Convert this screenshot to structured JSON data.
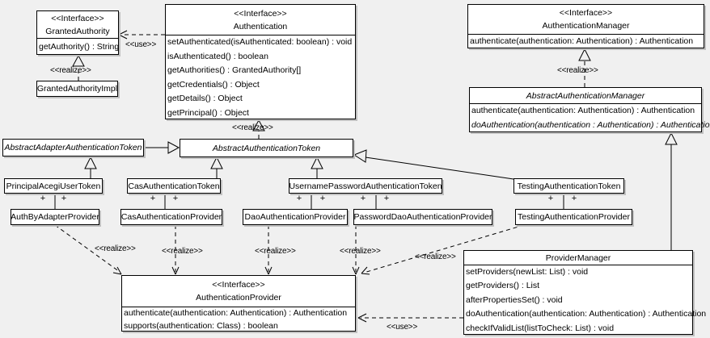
{
  "colors": {
    "background": "#f0f0f0",
    "box_fill": "#ffffff",
    "border": "#000000",
    "shadow": "#c0c0c0"
  },
  "labels": {
    "use": "<<use>>",
    "realize": "<<realize>>",
    "plus": "+",
    "interface_stereotype": "<<Interface>>"
  },
  "classes": {
    "granted_authority": {
      "stereotype": "<<Interface>>",
      "name": "GrantedAuthority",
      "methods": [
        "getAuthority() : String"
      ]
    },
    "granted_authority_impl": {
      "name": "GrantedAuthorityImpl"
    },
    "authentication": {
      "stereotype": "<<Interface>>",
      "name": "Authentication",
      "methods": [
        "setAuthenticated(isAuthenticated: boolean) : void",
        "isAuthenticated() : boolean",
        "getAuthorities() : GrantedAuthority[]",
        "getCredentials() : Object",
        "getDetails() : Object",
        "getPrincipal() : Object"
      ]
    },
    "authentication_manager": {
      "stereotype": "<<Interface>>",
      "name": "AuthenticationManager",
      "methods": [
        "authenticate(authentication: Authentication) : Authentication"
      ]
    },
    "abstract_authentication_manager": {
      "name": "AbstractAuthenticationManager",
      "methods": [
        "authenticate(authentication: Authentication) : Authentication",
        "doAuthentication(authentication : Authentication) : Authentication"
      ]
    },
    "abstract_adapter_authentication_token": {
      "name": "AbstractAdapterAuthenticationToken"
    },
    "abstract_authentication_token": {
      "name": "AbstractAuthenticationToken"
    },
    "principal_acegi_user_token": {
      "name": "PrincipalAcegiUserToken"
    },
    "cas_authentication_token": {
      "name": "CasAuthenticationToken"
    },
    "username_password_authentication_token": {
      "name": "UsernamePasswordAuthenticationToken"
    },
    "testing_authentication_token": {
      "name": "TestingAuthenticationToken"
    },
    "auth_by_adapter_provider": {
      "name": "AuthByAdapterProvider"
    },
    "cas_authentication_provider": {
      "name": "CasAuthenticationProvider"
    },
    "dao_authentication_provider": {
      "name": "DaoAuthenticationProvider"
    },
    "password_dao_authentication_provider": {
      "name": "PasswordDaoAuthenticationProvider"
    },
    "testing_authentication_provider": {
      "name": "TestingAuthenticationProvider"
    },
    "authentication_provider": {
      "stereotype": "<<Interface>>",
      "name": "AuthenticationProvider",
      "methods": [
        "authenticate(authentication: Authentication) : Authentication",
        "supports(authentication: Class) : boolean"
      ]
    },
    "provider_manager": {
      "name": "ProviderManager",
      "methods": [
        "setProviders(newList: List) : void",
        "getProviders() : List",
        "afterPropertiesSet() : void",
        "doAuthentication(authentication: Authentication) : Authentication",
        "checkIfValidList(listToCheck: List) : void"
      ]
    }
  },
  "relationships": [
    {
      "type": "use",
      "from": "Authentication",
      "to": "GrantedAuthority"
    },
    {
      "type": "realize",
      "from": "GrantedAuthorityImpl",
      "to": "GrantedAuthority"
    },
    {
      "type": "realize",
      "from": "AbstractAuthenticationToken",
      "to": "Authentication"
    },
    {
      "type": "realize",
      "from": "AbstractAuthenticationManager",
      "to": "AuthenticationManager"
    },
    {
      "type": "generalization",
      "from": "AbstractAdapterAuthenticationToken",
      "to": "AbstractAuthenticationToken"
    },
    {
      "type": "generalization",
      "from": "PrincipalAcegiUserToken",
      "to": "AbstractAdapterAuthenticationToken"
    },
    {
      "type": "generalization",
      "from": "CasAuthenticationToken",
      "to": "AbstractAuthenticationToken"
    },
    {
      "type": "generalization",
      "from": "UsernamePasswordAuthenticationToken",
      "to": "AbstractAuthenticationToken"
    },
    {
      "type": "generalization",
      "from": "TestingAuthenticationToken",
      "to": "AbstractAuthenticationToken"
    },
    {
      "type": "generalization",
      "from": "ProviderManager",
      "to": "AbstractAuthenticationManager"
    },
    {
      "type": "association",
      "from": "PrincipalAcegiUserToken",
      "to": "AuthByAdapterProvider"
    },
    {
      "type": "association",
      "from": "CasAuthenticationToken",
      "to": "CasAuthenticationProvider"
    },
    {
      "type": "association",
      "from": "UsernamePasswordAuthenticationToken",
      "to": "DaoAuthenticationProvider"
    },
    {
      "type": "association",
      "from": "UsernamePasswordAuthenticationToken",
      "to": "PasswordDaoAuthenticationProvider"
    },
    {
      "type": "association",
      "from": "TestingAuthenticationToken",
      "to": "TestingAuthenticationProvider"
    },
    {
      "type": "realize",
      "from": "AuthByAdapterProvider",
      "to": "AuthenticationProvider"
    },
    {
      "type": "realize",
      "from": "CasAuthenticationProvider",
      "to": "AuthenticationProvider"
    },
    {
      "type": "realize",
      "from": "DaoAuthenticationProvider",
      "to": "AuthenticationProvider"
    },
    {
      "type": "realize",
      "from": "PasswordDaoAuthenticationProvider",
      "to": "AuthenticationProvider"
    },
    {
      "type": "realize",
      "from": "TestingAuthenticationProvider",
      "to": "AuthenticationProvider"
    },
    {
      "type": "use",
      "from": "ProviderManager",
      "to": "AuthenticationProvider"
    }
  ]
}
